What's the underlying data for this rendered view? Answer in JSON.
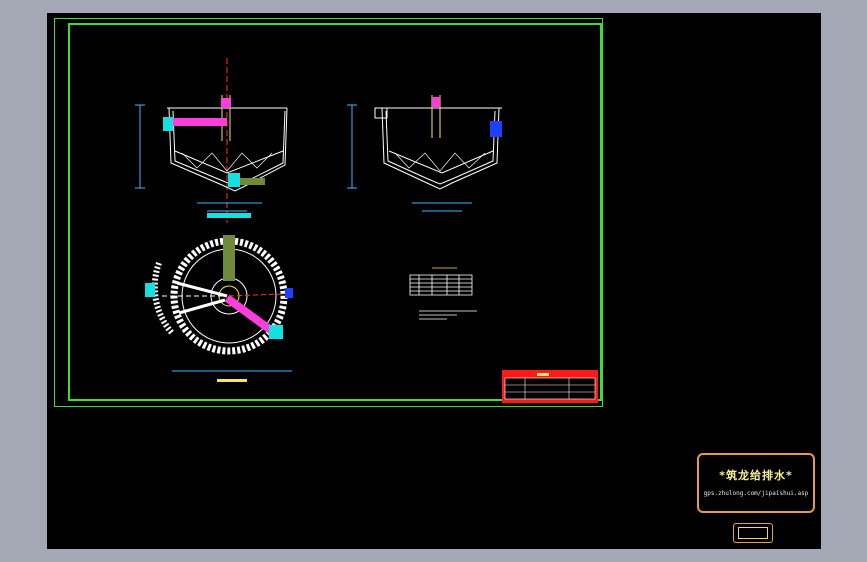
{
  "window": {
    "title": ""
  },
  "watermark": {
    "title": "*筑龙给排水*",
    "url": "gps.zhulong.com/jipaishui.asp"
  },
  "colors": {
    "background": "#000000",
    "frame": "#3ddc3d",
    "lines": "#ffffff",
    "dims": "#3fb6ff",
    "accent_magenta": "#ff3ddb",
    "accent_cyan": "#14e0e0",
    "accent_olive": "#6f8a3a",
    "titleblock": "#ff1a1a",
    "watermark_border": "#e59a4a"
  },
  "icons": [
    "section-view-left",
    "section-view-right",
    "plan-view-circle",
    "title-block",
    "material-table"
  ]
}
